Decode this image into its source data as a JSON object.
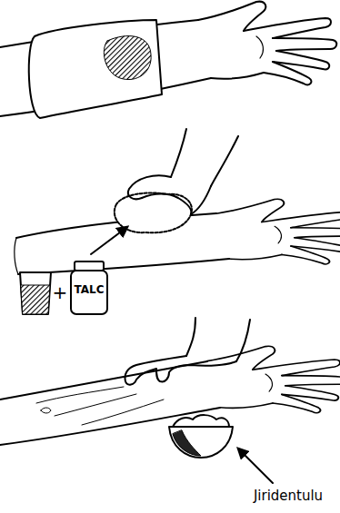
{
  "diagram": {
    "labels": [
      "TALC",
      "+",
      "Jiridentulu"
    ]
  }
}
